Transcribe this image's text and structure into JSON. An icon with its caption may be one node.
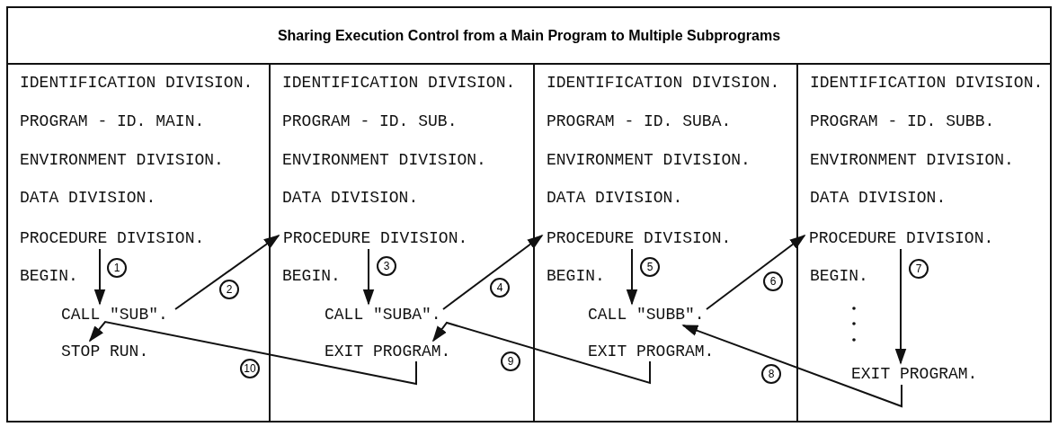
{
  "diagram": {
    "title": "Sharing Execution Control from a Main Program to Multiple Subprograms",
    "nodes": [
      {
        "text": [
          "IDENTIFICATION DIVISION.",
          "PROGRAM - ID. MAIN.",
          "ENVIRONMENT DIVISION.",
          "DATA DIVISION.",
          "BEGIN."
        ]
      },
      {
        "text": [
          "PROCEDURE DIVISION."
        ],
        "in": 0
      },
      {
        "text": [
          "CALL \"SUB\"."
        ],
        "in": 0
      },
      {
        "text": [
          "STOP RUN."
        ],
        "in": 0
      },
      {
        "text": [
          "IDENTIFICATION DIVISION.",
          "PROGRAM - ID. SUB.",
          "ENVIRONMENT DIVISION.",
          "DATA DIVISION.",
          "BEGIN."
        ]
      },
      {
        "text": [
          "PROCEDURE DIVISION."
        ],
        "in": 4
      },
      {
        "text": [
          "CALL \"SUBA\"."
        ],
        "in": 4
      },
      {
        "text": [
          "EXIT PROGRAM."
        ],
        "in": 4
      },
      {
        "text": [
          "IDENTIFICATION DIVISION.",
          "PROGRAM - ID. SUBA.",
          "ENVIRONMENT DIVISION.",
          "DATA DIVISION.",
          "BEGIN."
        ]
      },
      {
        "text": [
          "PROCEDURE DIVISION."
        ],
        "in": 8
      },
      {
        "text": [
          "CALL \"SUBB\"."
        ],
        "in": 8
      },
      {
        "text": [
          "EXIT PROGRAM."
        ],
        "in": 8
      },
      {
        "text": [
          "IDENTIFICATION DIVISION.",
          "PROGRAM - ID. SUBB.",
          "ENVIRONMENT DIVISION.",
          "DATA DIVISION.",
          "BEGIN."
        ]
      },
      {
        "text": [
          "PROCEDURE DIVISION."
        ],
        "in": 12
      },
      {
        "text": [
          "EXIT PROGRAM."
        ],
        "in": 12
      }
    ],
    "edges": [
      {
        "from": 1,
        "to": 2,
        "arrow": "to",
        "label": "1"
      },
      {
        "from": 2,
        "to": 5,
        "arrow": "to",
        "label": "2"
      },
      {
        "from": 5,
        "to": 6,
        "arrow": "to",
        "label": "3"
      },
      {
        "from": 6,
        "to": 9,
        "arrow": "to",
        "label": "4"
      },
      {
        "from": 9,
        "to": 10,
        "arrow": "to",
        "label": "5"
      },
      {
        "from": 10,
        "to": 13,
        "arrow": "to",
        "label": "6"
      },
      {
        "from": 13,
        "to": 14,
        "arrow": "to",
        "label": "7"
      },
      {
        "from": 14,
        "to": 10,
        "arrow": "to",
        "label": "8"
      },
      {
        "from": 11,
        "to": 7,
        "arrow": "to",
        "label": "9"
      },
      {
        "from": 7,
        "to": 3,
        "arrow": "to",
        "label": "10"
      }
    ]
  }
}
